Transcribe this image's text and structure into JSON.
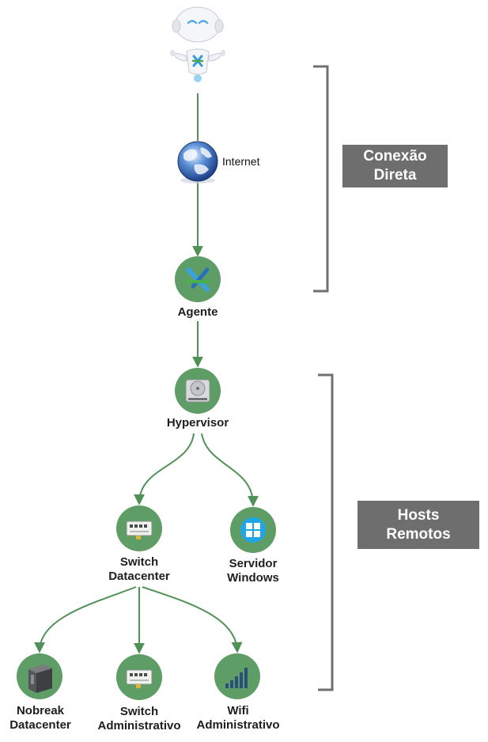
{
  "colors": {
    "node_fill": "#5e9e66",
    "edge": "#4f9157",
    "bracket": "#707070",
    "panel_bg": "#6e6e6e"
  },
  "sections": {
    "direct": {
      "line1": "Conexão",
      "line2": "Direta"
    },
    "remote": {
      "line1": "Hosts",
      "line2": "Remotos"
    }
  },
  "nodes": {
    "robot": {
      "icon": "robot-mascot-icon"
    },
    "internet": {
      "label": "Internet",
      "icon": "globe-icon"
    },
    "agente": {
      "label": "Agente",
      "icon": "agent-logo-icon"
    },
    "hypervisor": {
      "label": "Hypervisor",
      "icon": "hard-drive-icon"
    },
    "switch_dc": {
      "line1": "Switch",
      "line2": "Datacenter",
      "icon": "network-switch-icon"
    },
    "servidor_win": {
      "line1": "Servidor",
      "line2": "Windows",
      "icon": "windows-logo-icon"
    },
    "nobreak_dc": {
      "line1": "Nobreak",
      "line2": "Datacenter",
      "icon": "ups-icon"
    },
    "switch_adm": {
      "line1": "Switch",
      "line2": "Administrativo",
      "icon": "network-switch-icon"
    },
    "wifi_adm": {
      "line1": "Wifi",
      "line2": "Administrativo",
      "icon": "signal-bars-icon"
    }
  }
}
